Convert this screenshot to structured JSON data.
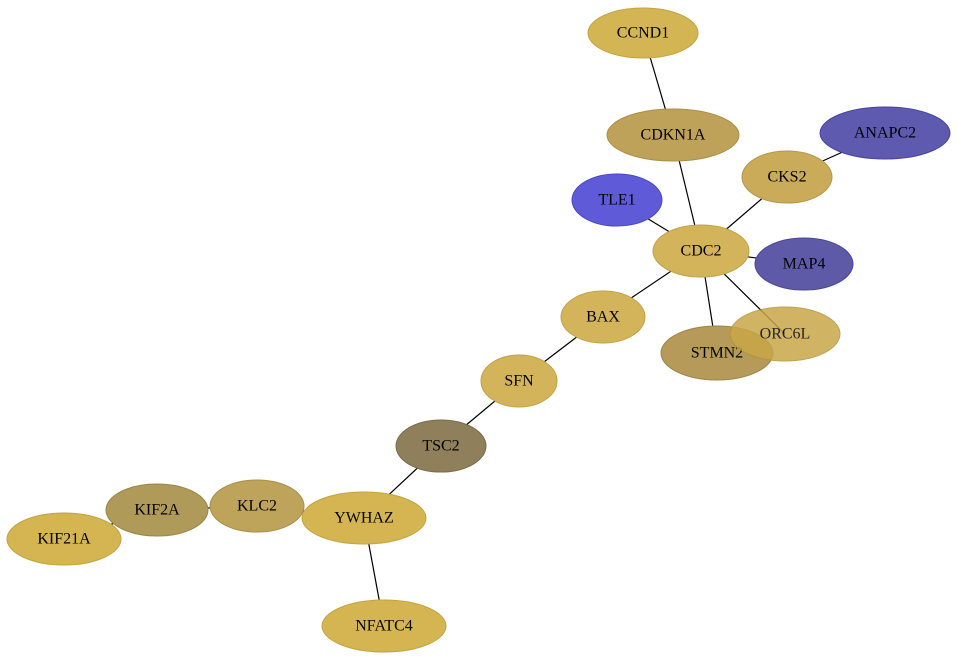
{
  "nodes": [
    {
      "id": "CCND1",
      "label": "CCND1",
      "fill": "#d4b553",
      "stroke": "#c2a33e"
    },
    {
      "id": "CDKN1A",
      "label": "CDKN1A",
      "fill": "#bfa25a",
      "stroke": "#aa8f48"
    },
    {
      "id": "ANAPC2",
      "label": "ANAPC2",
      "fill": "#5e5ab0",
      "stroke": "#48449e"
    },
    {
      "id": "CKS2",
      "label": "CKS2",
      "fill": "#c9ab5a",
      "stroke": "#b59747"
    },
    {
      "id": "TLE1",
      "label": "TLE1",
      "fill": "#5e5ad8",
      "stroke": "#4a46c4"
    },
    {
      "id": "CDC2",
      "label": "CDC2",
      "fill": "#d3b45a",
      "stroke": "#c1a247"
    },
    {
      "id": "MAP4",
      "label": "MAP4",
      "fill": "#5f5aa8",
      "stroke": "#4a4694"
    },
    {
      "id": "BAX",
      "label": "BAX",
      "fill": "#d3b45a",
      "stroke": "#c1a247"
    },
    {
      "id": "STMN2",
      "label": "STMN2",
      "fill": "#b59a5a",
      "stroke": "#9e8447"
    },
    {
      "id": "ORC6L",
      "label": "ORC6L",
      "fill": "#c8a648",
      "stroke": "#b49336",
      "opacity": 0.85
    },
    {
      "id": "SFN",
      "label": "SFN",
      "fill": "#d3b45a",
      "stroke": "#c1a247"
    },
    {
      "id": "TSC2",
      "label": "TSC2",
      "fill": "#8f7f5a",
      "stroke": "#7a6c48"
    },
    {
      "id": "KIF2A",
      "label": "KIF2A",
      "fill": "#b09a5a",
      "stroke": "#9a8547"
    },
    {
      "id": "KLC2",
      "label": "KLC2",
      "fill": "#bea35a",
      "stroke": "#a98f47"
    },
    {
      "id": "YWHAZ",
      "label": "YWHAZ",
      "fill": "#d4b552",
      "stroke": "#c2a33f"
    },
    {
      "id": "KIF21A",
      "label": "KIF21A",
      "fill": "#d4b552",
      "stroke": "#c2a33f"
    },
    {
      "id": "NFATC4",
      "label": "NFATC4",
      "fill": "#d4b552",
      "stroke": "#c2a33f"
    }
  ],
  "edges": [
    {
      "source": "CCND1",
      "target": "CDKN1A"
    },
    {
      "source": "CDKN1A",
      "target": "CDC2"
    },
    {
      "source": "ANAPC2",
      "target": "CKS2"
    },
    {
      "source": "CKS2",
      "target": "CDC2"
    },
    {
      "source": "TLE1",
      "target": "CDC2"
    },
    {
      "source": "CDC2",
      "target": "MAP4"
    },
    {
      "source": "CDC2",
      "target": "STMN2"
    },
    {
      "source": "CDC2",
      "target": "ORC6L"
    },
    {
      "source": "CDC2",
      "target": "BAX"
    },
    {
      "source": "BAX",
      "target": "SFN"
    },
    {
      "source": "SFN",
      "target": "TSC2"
    },
    {
      "source": "TSC2",
      "target": "YWHAZ"
    },
    {
      "source": "YWHAZ",
      "target": "KLC2"
    },
    {
      "source": "KLC2",
      "target": "KIF2A"
    },
    {
      "source": "KIF2A",
      "target": "KIF21A"
    },
    {
      "source": "YWHAZ",
      "target": "NFATC4"
    }
  ]
}
